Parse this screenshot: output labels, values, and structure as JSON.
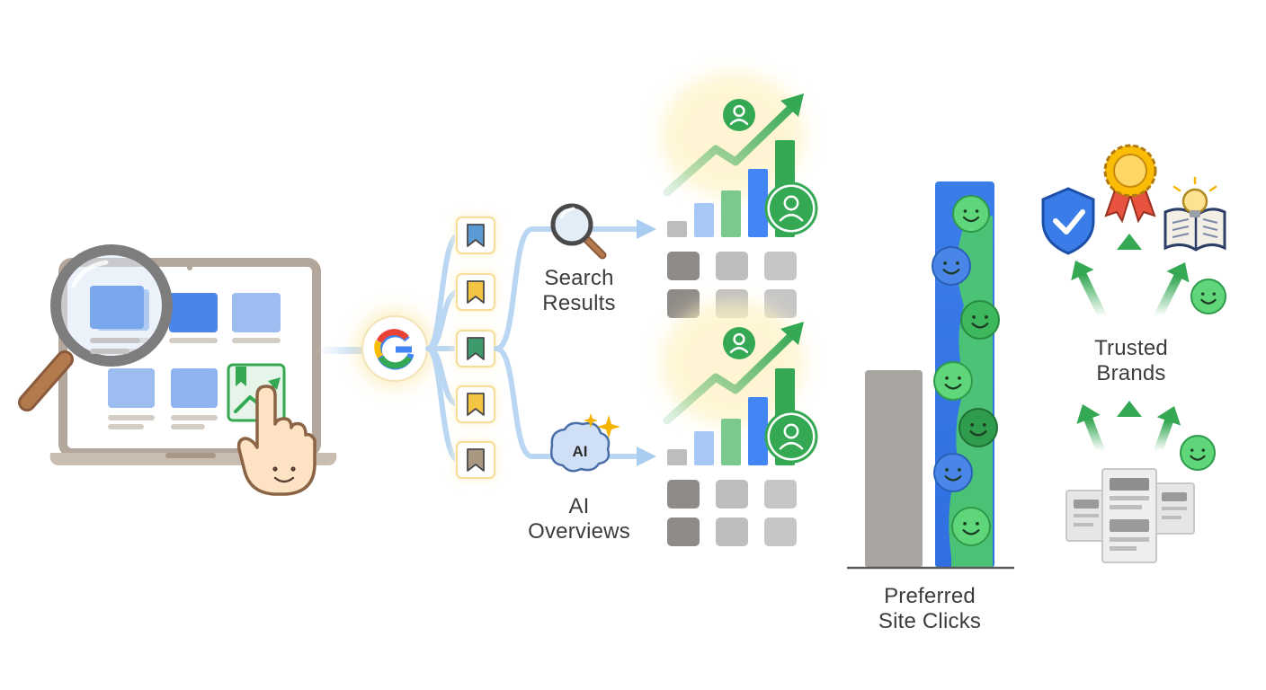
{
  "diagram": {
    "search_label": {
      "line1": "Search",
      "line2": "Results"
    },
    "ai_label": {
      "line1": "AI",
      "line2": "Overviews"
    },
    "ai_badge": "AI",
    "clicks_label": {
      "line1": "Preferred",
      "line2": "Site Clicks"
    },
    "brands_label": {
      "line1": "Trusted",
      "line2": "Brands"
    },
    "google_logo": "G",
    "bookmark_colors": [
      "#5b9bd5",
      "#f4c542",
      "#3d9b6b",
      "#f4c542",
      "#a89880"
    ],
    "colors": {
      "google_blue": "#4285f4",
      "google_red": "#ea4335",
      "google_yellow": "#fbbc05",
      "google_green": "#34a853",
      "gray": "#a8a4a0",
      "connector": "#a8cdf0"
    },
    "icons": [
      "magnifier-icon",
      "laptop-icon",
      "pointing-hand-icon",
      "google-logo-icon",
      "bookmark-icon",
      "search-icon",
      "brain-icon",
      "sparkle-icon",
      "growth-arrow-icon",
      "user-icon",
      "smiley-icon",
      "shield-check-icon",
      "award-ribbon-icon",
      "lightbulb-book-icon",
      "document-icon"
    ]
  }
}
